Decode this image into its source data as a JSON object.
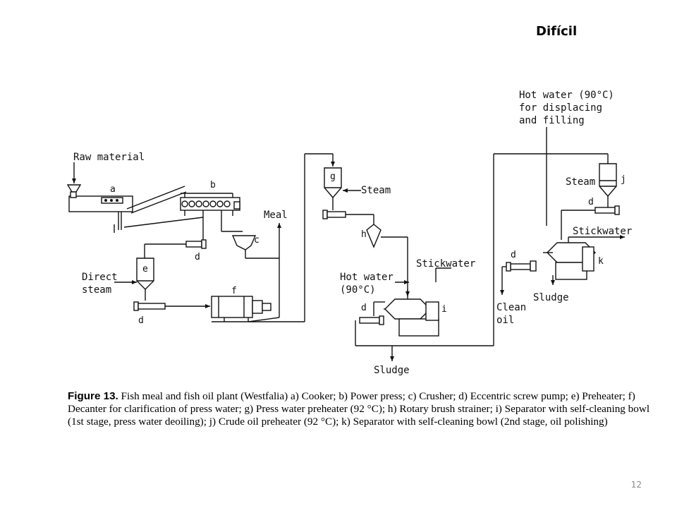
{
  "slide": {
    "title": "Difícil",
    "page_number": "12"
  },
  "diagram": {
    "labels": {
      "raw_material": "Raw material",
      "meal": "Meal",
      "direct_steam_1": "Direct",
      "direct_steam_2": "steam",
      "steam_g": "Steam",
      "hot_water_1": "Hot water",
      "hot_water_2": "(90°C)",
      "stickwater_1": "Stickwater",
      "sludge_1": "Sludge",
      "hot_water_top_1": "Hot water (90°C)",
      "hot_water_top_2": "for displacing",
      "hot_water_top_3": "and filling",
      "steam_j": "Steam",
      "stickwater_2": "Stickwater",
      "sludge_2": "Sludge",
      "clean_oil_1": "Clean",
      "clean_oil_2": "oil"
    },
    "letters": {
      "a": "a",
      "b": "b",
      "c": "c",
      "d1": "d",
      "d2": "d",
      "d3": "d",
      "d4": "d",
      "d5": "d",
      "e": "e",
      "f": "f",
      "g": "g",
      "h": "h",
      "i": "i",
      "j": "j",
      "k": "k"
    }
  },
  "caption": {
    "figure_label": "Figure 13.",
    "text": "Fish meal and fish oil plant (Westfalia) a) Cooker; b) Power press; c) Crusher; d) Eccentric screw pump; e) Preheater; f) Decanter for clarification of press water; g) Press water preheater (92 °C); h) Rotary brush strainer; i) Separator with self-cleaning bowl (1st stage, press water deoiling); j) Crude oil preheater (92 °C); k) Separator with self-cleaning bowl (2nd stage, oil polishing)"
  }
}
